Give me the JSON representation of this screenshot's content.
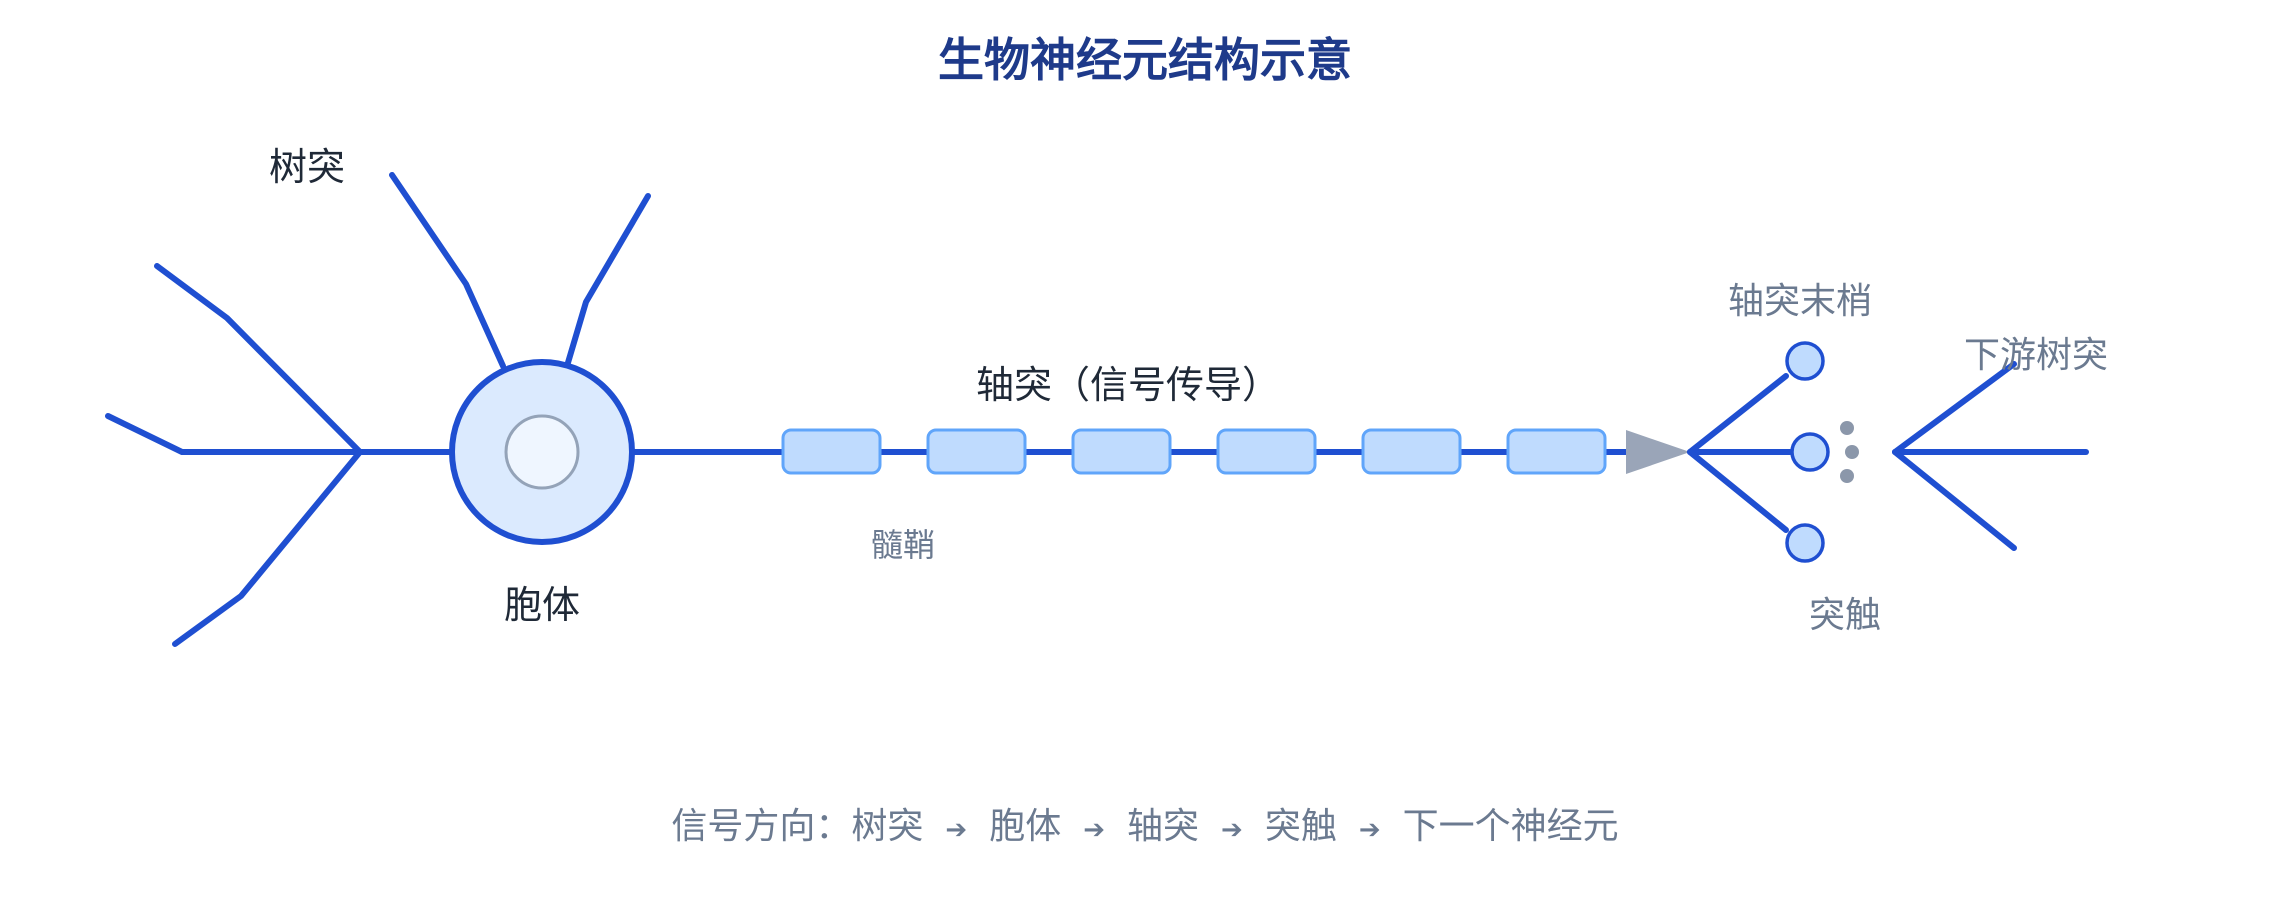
{
  "title": "生物神经元结构示意",
  "labels": {
    "dendrite": "树突",
    "soma": "胞体",
    "axon": "轴突（信号传导）",
    "myelin": "髓鞘",
    "axon_terminal": "轴突末梢",
    "synapse": "突触",
    "downstream_dendrite": "下游树突"
  },
  "flow": {
    "prefix": "信号方向：",
    "steps": [
      "树突",
      "胞体",
      "轴突",
      "突触",
      "下一个神经元"
    ],
    "arrow": "➔"
  },
  "colors": {
    "nerve": "#1f4fd1",
    "myelin_fill": "#bfdbfe",
    "myelin_stroke": "#60a5fa",
    "soma_fill": "#dbeafe",
    "nucleus_fill": "#eff6ff",
    "nucleus_stroke": "#94a3b8",
    "hillock": "#9aa5b8",
    "synapse_dot": "#8b97aa",
    "title": "#1e3a8a"
  }
}
